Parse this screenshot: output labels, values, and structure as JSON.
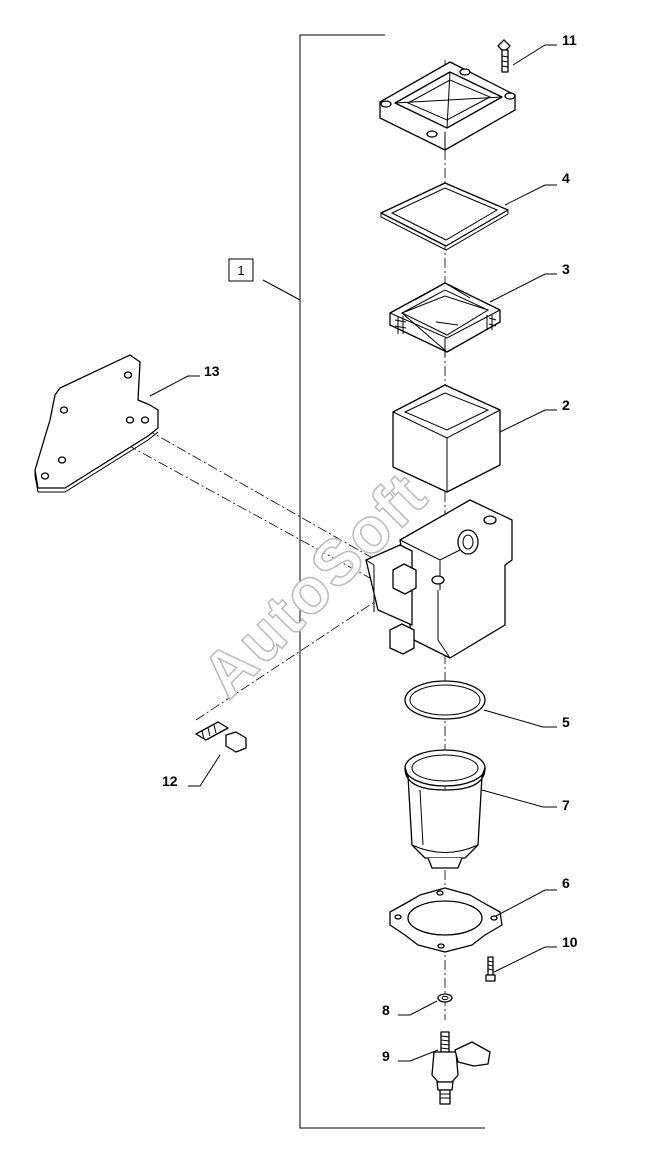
{
  "diagram": {
    "group_label": "1",
    "watermark": "AutoSoft",
    "callouts": [
      {
        "id": "11",
        "part": "wing-screw"
      },
      {
        "id": "4",
        "part": "square-gasket"
      },
      {
        "id": "3",
        "part": "filter-frame"
      },
      {
        "id": "2",
        "part": "filter-element"
      },
      {
        "id": "13",
        "part": "mounting-bracket"
      },
      {
        "id": "5",
        "part": "o-ring"
      },
      {
        "id": "7",
        "part": "bowl"
      },
      {
        "id": "6",
        "part": "bowl-flange"
      },
      {
        "id": "10",
        "part": "screw"
      },
      {
        "id": "12",
        "part": "bolt"
      },
      {
        "id": "8",
        "part": "washer"
      },
      {
        "id": "9",
        "part": "drain-valve"
      }
    ]
  }
}
